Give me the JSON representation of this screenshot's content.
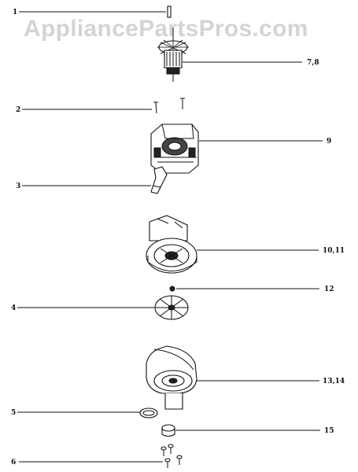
{
  "watermark": "AppliancePartsPros.com",
  "callouts": {
    "c1": "1",
    "c2": "2",
    "c3": "3",
    "c4": "4",
    "c5": "5",
    "c6": "6",
    "c78": "7,8",
    "c9": "9",
    "c1011": "10,11",
    "c12": "12",
    "c1314": "13,14",
    "c15": "15"
  }
}
